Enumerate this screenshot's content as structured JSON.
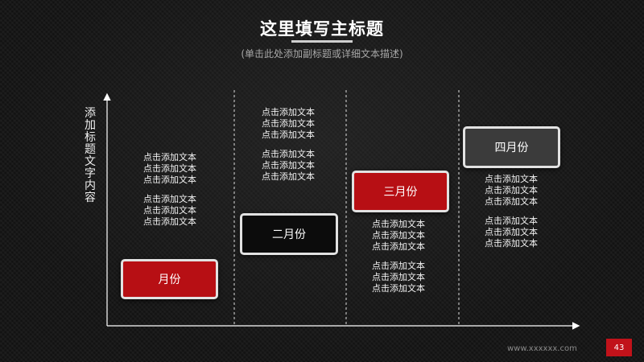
{
  "header": {
    "title": "这里填写主标题",
    "subtitle": "(单击此处添加副标题或详细文本描述)"
  },
  "axis": {
    "ylabel": "添加标题文字内容"
  },
  "columns": [
    {
      "box_label": "月份",
      "box_style": "red",
      "text_groups": [
        [
          "点击添加文本",
          "点击添加文本",
          "点击添加文本"
        ],
        [
          "点击添加文本",
          "点击添加文本",
          "点击添加文本"
        ]
      ]
    },
    {
      "box_label": "二月份",
      "box_style": "black",
      "text_groups": [
        [
          "点击添加文本",
          "点击添加文本",
          "点击添加文本"
        ],
        [
          "点击添加文本",
          "点击添加文本",
          "点击添加文本"
        ]
      ]
    },
    {
      "box_label": "三月份",
      "box_style": "red",
      "text_groups": [
        [
          "点击添加文本",
          "点击添加文本",
          "点击添加文本"
        ],
        [
          "点击添加文本",
          "点击添加文本",
          "点击添加文本"
        ]
      ]
    },
    {
      "box_label": "四月份",
      "box_style": "grey",
      "text_groups": [
        [
          "点击添加文本",
          "点击添加文本",
          "点击添加文本"
        ],
        [
          "点击添加文本",
          "点击添加文本",
          "点击添加文本"
        ]
      ]
    }
  ],
  "footer": {
    "url": "www.xxxxxx.com",
    "page_number": "43"
  },
  "colors": {
    "accent_red": "#b70f14",
    "box_border": "#e2e2e2",
    "background": "#141414"
  }
}
